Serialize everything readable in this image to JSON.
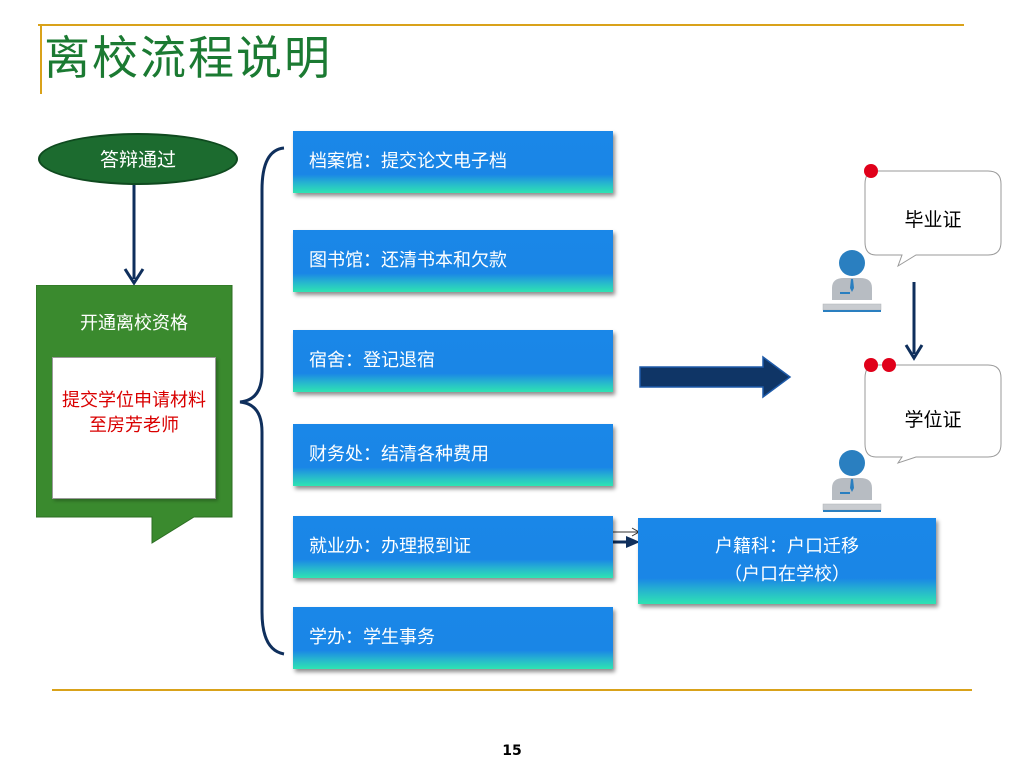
{
  "slide": {
    "title": "离校流程说明",
    "page_number": "15"
  },
  "start": {
    "label": "答辩通过"
  },
  "qualification": {
    "label": "开通离校资格",
    "note": "提交学位申请材料至房芳老师"
  },
  "departments": [
    {
      "label": "档案馆：提交论文电子档"
    },
    {
      "label": "图书馆：还清书本和欠款"
    },
    {
      "label": "宿舍：登记退宿"
    },
    {
      "label": "财务处：结清各种费用"
    },
    {
      "label": "就业办：办理报到证"
    },
    {
      "label": "学办：学生事务"
    }
  ],
  "household": {
    "line1": "户籍科：户口迁移",
    "line2": "（户口在学校）"
  },
  "outputs": {
    "graduation_cert": "毕业证",
    "degree_cert": "学位证"
  },
  "icons": {
    "person": "person-at-desk-icon",
    "bullet": "red-dot-icon"
  },
  "colors": {
    "title_green": "#1b7a32",
    "gold_rule": "#d9a21a",
    "green_dark": "#1c6b2f",
    "green_callout": "#3a8a2e",
    "box_blue": "#1a86e6",
    "box_teal": "#2ee4b2",
    "navy": "#0f2f5c",
    "note_red": "#d90000",
    "dot_red": "#e0001a"
  }
}
